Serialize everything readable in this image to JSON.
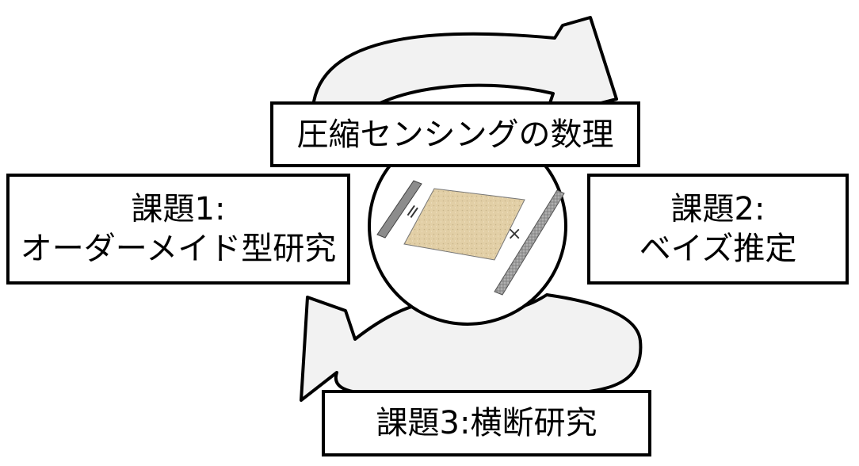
{
  "center_title": "圧縮センシングの数理",
  "task1": {
    "line1": "課題1:",
    "line2": "オーダーメイド型研究"
  },
  "task2": {
    "line1": "課題2:",
    "line2": "ベイズ推定"
  },
  "task3": {
    "label": "課題3:横断研究"
  },
  "equation_symbols": {
    "equals": "=",
    "times": "×"
  },
  "colors": {
    "arrow_fill": "#f2f2f2",
    "stroke": "#000000",
    "matrix_fill": "#e2cfa6",
    "bar_fill": "#8c8c8c"
  }
}
